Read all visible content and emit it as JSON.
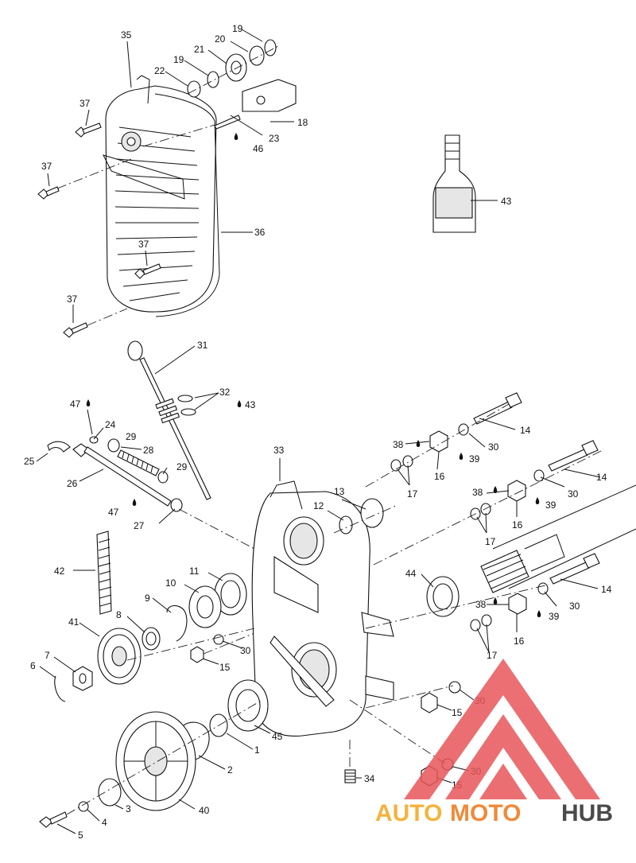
{
  "diagram": {
    "callouts": [
      {
        "id": "c35",
        "text": "35"
      },
      {
        "id": "c19a",
        "text": "19"
      },
      {
        "id": "c20",
        "text": "20"
      },
      {
        "id": "c21",
        "text": "21"
      },
      {
        "id": "c19b",
        "text": "19"
      },
      {
        "id": "c22",
        "text": "22"
      },
      {
        "id": "c37a",
        "text": "37"
      },
      {
        "id": "c18",
        "text": "18"
      },
      {
        "id": "c23",
        "text": "23"
      },
      {
        "id": "c46",
        "text": "46"
      },
      {
        "id": "c37b",
        "text": "37"
      },
      {
        "id": "c43a",
        "text": "43"
      },
      {
        "id": "c36",
        "text": "36"
      },
      {
        "id": "c37c",
        "text": "37"
      },
      {
        "id": "c37d",
        "text": "37"
      },
      {
        "id": "c31",
        "text": "31"
      },
      {
        "id": "c32",
        "text": "32"
      },
      {
        "id": "c43b",
        "text": "43"
      },
      {
        "id": "c47a",
        "text": "47"
      },
      {
        "id": "c24",
        "text": "24"
      },
      {
        "id": "c29a",
        "text": "29"
      },
      {
        "id": "c25",
        "text": "25"
      },
      {
        "id": "c28",
        "text": "28"
      },
      {
        "id": "c29b",
        "text": "29"
      },
      {
        "id": "c26",
        "text": "26"
      },
      {
        "id": "c47b",
        "text": "47"
      },
      {
        "id": "c27",
        "text": "27"
      },
      {
        "id": "c33",
        "text": "33"
      },
      {
        "id": "c14a",
        "text": "14"
      },
      {
        "id": "c38a",
        "text": "38"
      },
      {
        "id": "c30a",
        "text": "30"
      },
      {
        "id": "c39a",
        "text": "39"
      },
      {
        "id": "c16a",
        "text": "16"
      },
      {
        "id": "c17a",
        "text": "17"
      },
      {
        "id": "c13",
        "text": "13"
      },
      {
        "id": "c12",
        "text": "12"
      },
      {
        "id": "c14b",
        "text": "14"
      },
      {
        "id": "c38b",
        "text": "38"
      },
      {
        "id": "c30b",
        "text": "30"
      },
      {
        "id": "c39b",
        "text": "39"
      },
      {
        "id": "c16b",
        "text": "16"
      },
      {
        "id": "c17b",
        "text": "17"
      },
      {
        "id": "c42",
        "text": "42"
      },
      {
        "id": "c11",
        "text": "11"
      },
      {
        "id": "c10",
        "text": "10"
      },
      {
        "id": "c44",
        "text": "44"
      },
      {
        "id": "c14c",
        "text": "14"
      },
      {
        "id": "c9",
        "text": "9"
      },
      {
        "id": "c38c",
        "text": "38"
      },
      {
        "id": "c30c",
        "text": "30"
      },
      {
        "id": "c39c",
        "text": "39"
      },
      {
        "id": "c8",
        "text": "8"
      },
      {
        "id": "c41",
        "text": "41"
      },
      {
        "id": "c16c",
        "text": "16"
      },
      {
        "id": "c30d",
        "text": "30"
      },
      {
        "id": "c15a",
        "text": "15"
      },
      {
        "id": "c17c",
        "text": "17"
      },
      {
        "id": "c7",
        "text": "7"
      },
      {
        "id": "c6",
        "text": "6"
      },
      {
        "id": "c30e",
        "text": "30"
      },
      {
        "id": "c15b",
        "text": "15"
      },
      {
        "id": "c45",
        "text": "45"
      },
      {
        "id": "c1",
        "text": "1"
      },
      {
        "id": "c2",
        "text": "2"
      },
      {
        "id": "c34",
        "text": "34"
      },
      {
        "id": "c30f",
        "text": "30"
      },
      {
        "id": "c15c",
        "text": "15"
      },
      {
        "id": "c3",
        "text": "3"
      },
      {
        "id": "c40",
        "text": "40"
      },
      {
        "id": "c4",
        "text": "4"
      },
      {
        "id": "c5",
        "text": "5"
      }
    ]
  },
  "watermark": {
    "part1": "AUTO",
    "part2": "MOTO",
    "part3": "HUB",
    "color_auto": "#f5b33c",
    "color_moto": "#f08a3a",
    "color_hub": "#4a4a4a",
    "color_logo": "#e8565a"
  }
}
